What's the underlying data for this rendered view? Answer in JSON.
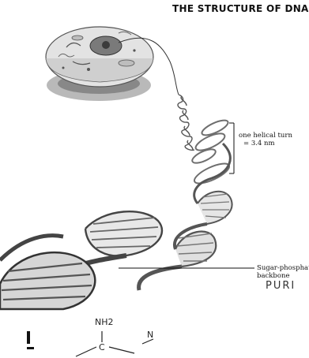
{
  "title": "THE STRUCTURE OF DNA",
  "callouts": {
    "helical_turn": [
      "one helical turn",
      "= 3.4 nm"
    ],
    "backbone": [
      "Sugar-phosphat",
      "backbone"
    ]
  },
  "purine_label": "PURI",
  "molecule": {
    "group": "NH2",
    "atom_c": "C",
    "atom_n": "N"
  },
  "colors": {
    "ink": "#111111",
    "cytoplasm": "#dcdcdc",
    "nucleus": "#8a8a8a",
    "shadow": "#9a9a9a",
    "helix": "#6e6e6e"
  }
}
